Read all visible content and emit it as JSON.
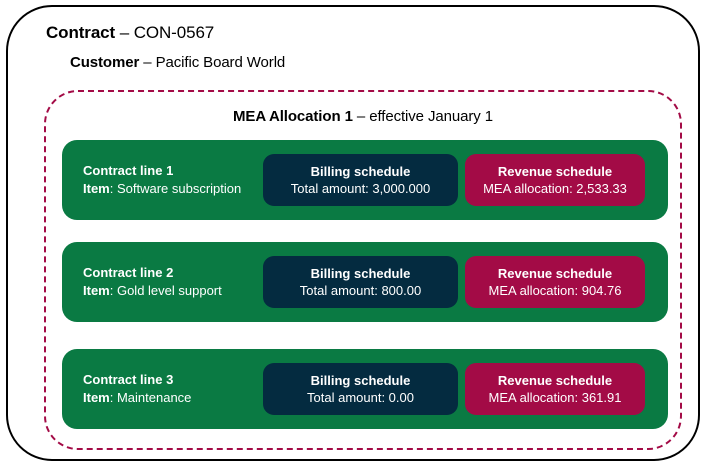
{
  "contract": {
    "label": "Contract",
    "separator": "–",
    "value": "CON-0567"
  },
  "customer": {
    "label": "Customer",
    "separator": "–",
    "value": "Pacific Board World"
  },
  "mea_allocation": {
    "label": "MEA Allocation 1",
    "separator": "–",
    "value": "effective January 1"
  },
  "colors": {
    "contract_border": "#000000",
    "mea_border": "#A30B46",
    "line_row": "#0A7A43",
    "billing_box": "#042B40",
    "revenue_box": "#A30B46",
    "text_on_fill": "#FFFFFF"
  },
  "contract_lines": [
    {
      "title": "Contract line 1",
      "item_label": "Item",
      "item_value": "Software subscription",
      "billing": {
        "title": "Billing schedule",
        "value": "Total amount: 3,000.000"
      },
      "revenue": {
        "title": "Revenue schedule",
        "value": "MEA allocation: 2,533.33"
      }
    },
    {
      "title": "Contract line 2",
      "item_label": "Item",
      "item_value": "Gold level support",
      "billing": {
        "title": "Billing schedule",
        "value": "Total amount: 800.00"
      },
      "revenue": {
        "title": "Revenue schedule",
        "value": "MEA allocation: 904.76"
      }
    },
    {
      "title": "Contract line 3",
      "item_label": "Item",
      "item_value": "Maintenance",
      "billing": {
        "title": "Billing schedule",
        "value": "Total amount: 0.00"
      },
      "revenue": {
        "title": "Revenue schedule",
        "value": "MEA allocation: 361.91"
      }
    }
  ]
}
